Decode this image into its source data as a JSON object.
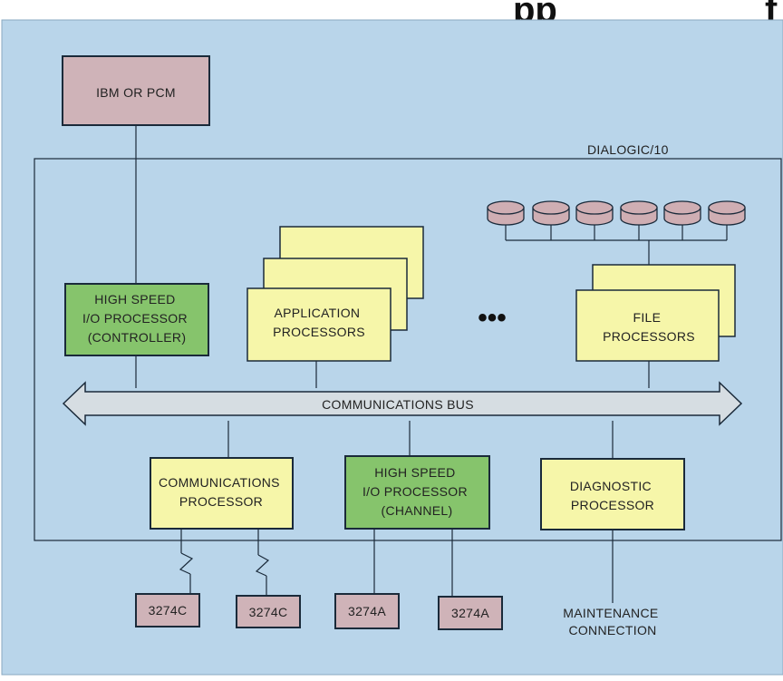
{
  "heading_fragment": "pp",
  "heading_fragment_2": "f",
  "system_label": "DIALOGIC/10",
  "host": {
    "lines": [
      "IBM OR PCM"
    ]
  },
  "hsio_controller": {
    "lines": [
      "HIGH SPEED",
      "I/O PROCESSOR",
      "(CONTROLLER)"
    ]
  },
  "application_processors": {
    "lines": [
      "APPLICATION",
      "PROCESSORS"
    ]
  },
  "ellipsis": "•••",
  "file_processors": {
    "lines": [
      "FILE",
      "PROCESSORS"
    ]
  },
  "bus": {
    "label": "COMMUNICATIONS BUS"
  },
  "communications_processor": {
    "lines": [
      "COMMUNICATIONS",
      "PROCESSOR"
    ]
  },
  "hsio_channel": {
    "lines": [
      "HIGH SPEED",
      "I/O PROCESSOR",
      "(CHANNEL)"
    ]
  },
  "diagnostic_processor": {
    "lines": [
      "DIAGNOSTIC",
      "PROCESSOR"
    ]
  },
  "terminals": [
    "3274C",
    "3274C",
    "3274A",
    "3274A"
  ],
  "maintenance": {
    "lines": [
      "MAINTENANCE",
      "CONNECTION"
    ]
  },
  "colors": {
    "background": "#b9d5ea",
    "host_box": "#cfb3b8",
    "io_processor": "#86c46c",
    "processor": "#f6f6a9",
    "disk": "#cfaeb3",
    "terminal": "#cfb3b8",
    "bus": "#d6dde2"
  }
}
